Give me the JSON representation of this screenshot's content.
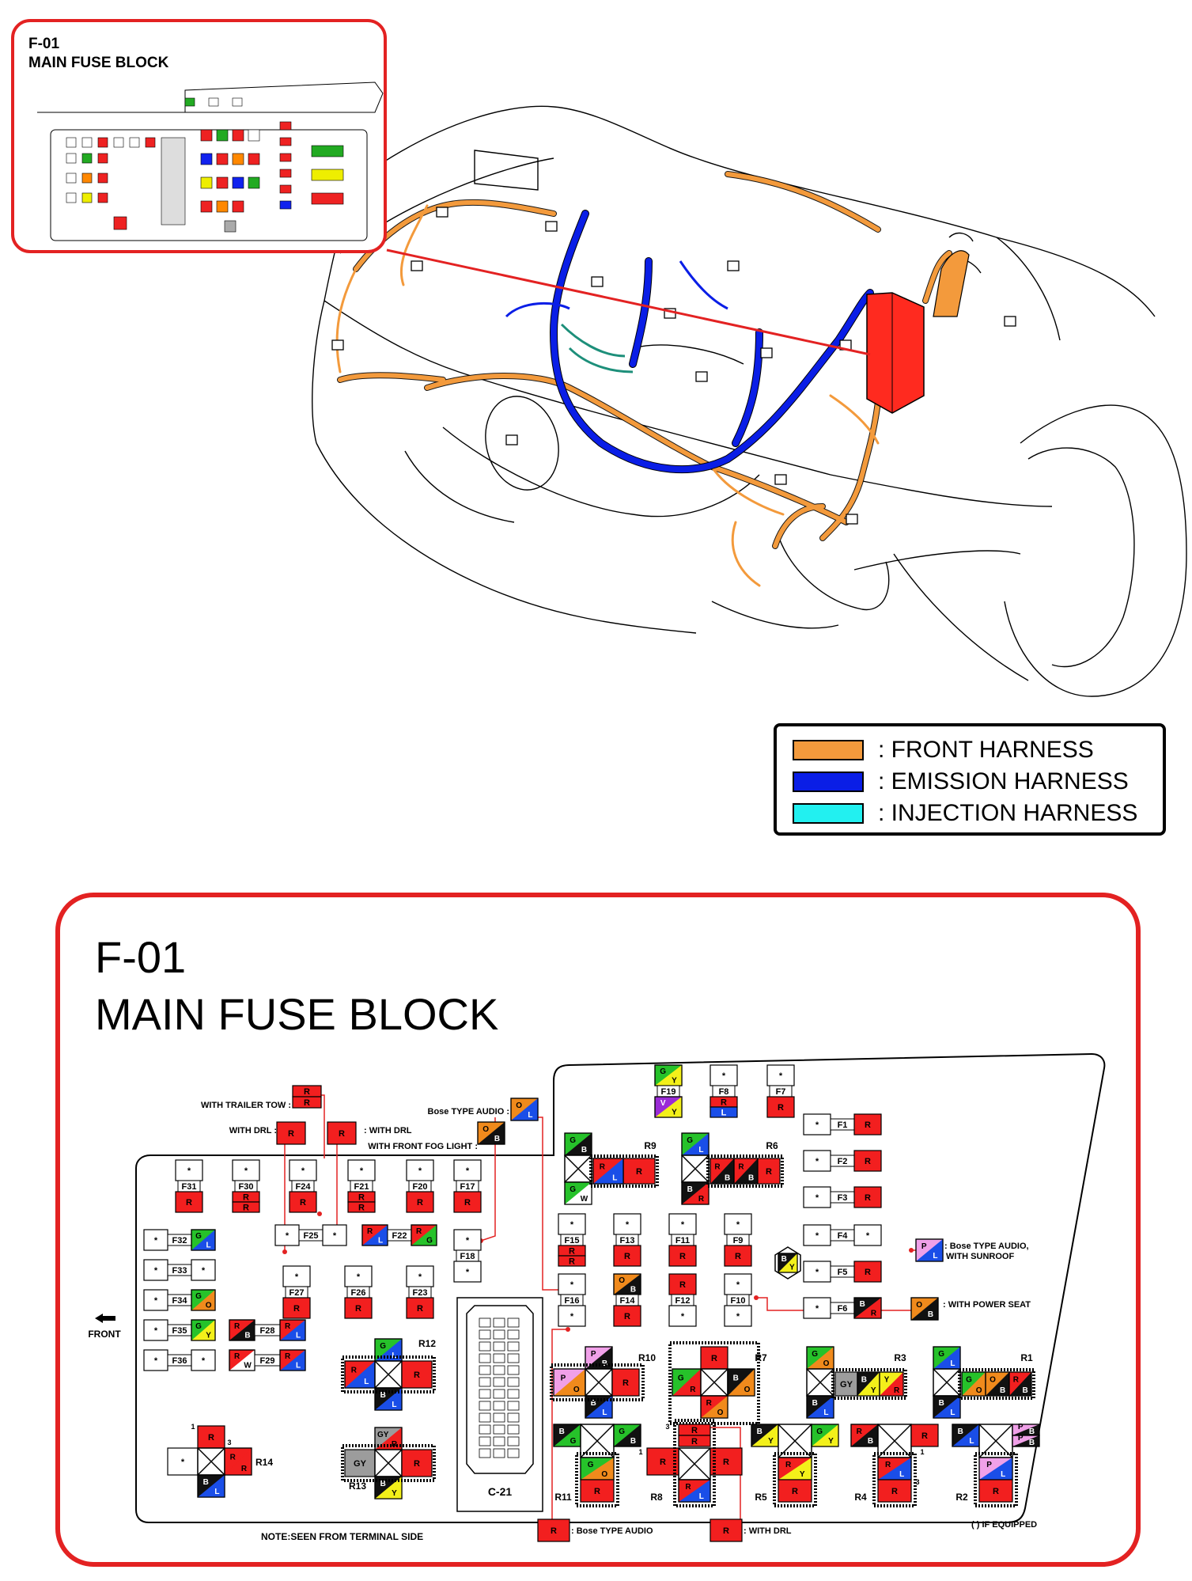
{
  "inset": {
    "code": "F-01",
    "title": "MAIN FUSE BLOCK"
  },
  "main": {
    "code": "F-01",
    "title": "MAIN FUSE BLOCK"
  },
  "legend": [
    {
      "label": ": FRONT HARNESS",
      "color": "#f39a3c"
    },
    {
      "label": ": EMISSION HARNESS",
      "color": "#0a1ee6"
    },
    {
      "label": ": INJECTION HARNESS",
      "color": "#22f0f0"
    }
  ],
  "colors": {
    "frame": "#e32222",
    "fuse_block": "#ff2a1f"
  },
  "annotations": {
    "with_trailer_tow": "WITH TRAILER TOW :",
    "with_drl": "WITH DRL :",
    "with_drl_right": ": WITH DRL",
    "with_front_fog": "WITH FRONT FOG LIGHT :",
    "bose_type_audio": "Bose TYPE AUDIO :",
    "bose_sunroof_1": ": Bose TYPE AUDIO,",
    "bose_sunroof_2": "WITH SUNROOF",
    "with_power_seat": ": WITH POWER SEAT",
    "bose_bottom": ": Bose TYPE AUDIO",
    "drl_bottom": ": WITH DRL",
    "front": "FRONT",
    "note": "NOTE:SEEN FROM TERMINAL SIDE",
    "if_equipped": "( ) IF EQUIPPED",
    "connector": "C-21"
  },
  "fuses": [
    "F1",
    "F2",
    "F3",
    "F4",
    "F5",
    "F6",
    "F7",
    "F8",
    "F9",
    "F10",
    "F11",
    "F12",
    "F13",
    "F14",
    "F15",
    "F16",
    "F17",
    "F18",
    "F19",
    "F20",
    "F21",
    "F22",
    "F23",
    "F24",
    "F25",
    "F26",
    "F27",
    "F28",
    "F29",
    "F30",
    "F31",
    "F32",
    "F33",
    "F34",
    "F35",
    "F36"
  ],
  "relays": [
    "R1",
    "R2",
    "R3",
    "R4",
    "R5",
    "R6",
    "R7",
    "R8",
    "R9",
    "R10",
    "R11",
    "R12",
    "R13",
    "R14"
  ],
  "wire_codes": {
    "red": "R",
    "blue": "L",
    "black": "B",
    "orange": "O",
    "green": "G",
    "yellow": "Y",
    "violet": "V",
    "white": "W",
    "pink": "P",
    "gray": "GY",
    "empty": "*"
  }
}
